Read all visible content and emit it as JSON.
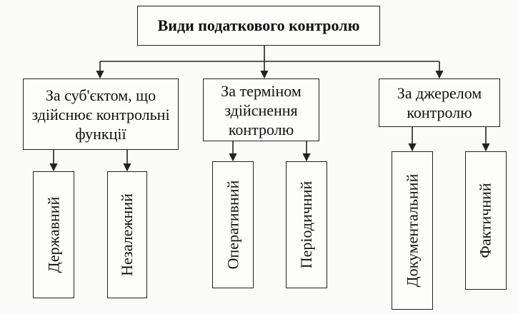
{
  "diagram": {
    "root": {
      "label": "Види податкового контролю"
    },
    "categories": [
      {
        "label": "За суб'єктом, що\nздійснює контрольні\nфункції",
        "children": [
          "Державний",
          "Незалежний"
        ]
      },
      {
        "label": "За терміном\nздійснення\nконтролю",
        "children": [
          "Оперативний",
          "Періодичний"
        ]
      },
      {
        "label": "За джерелом\nконтролю",
        "children": [
          "Документальний",
          "Фактичний"
        ]
      }
    ]
  }
}
